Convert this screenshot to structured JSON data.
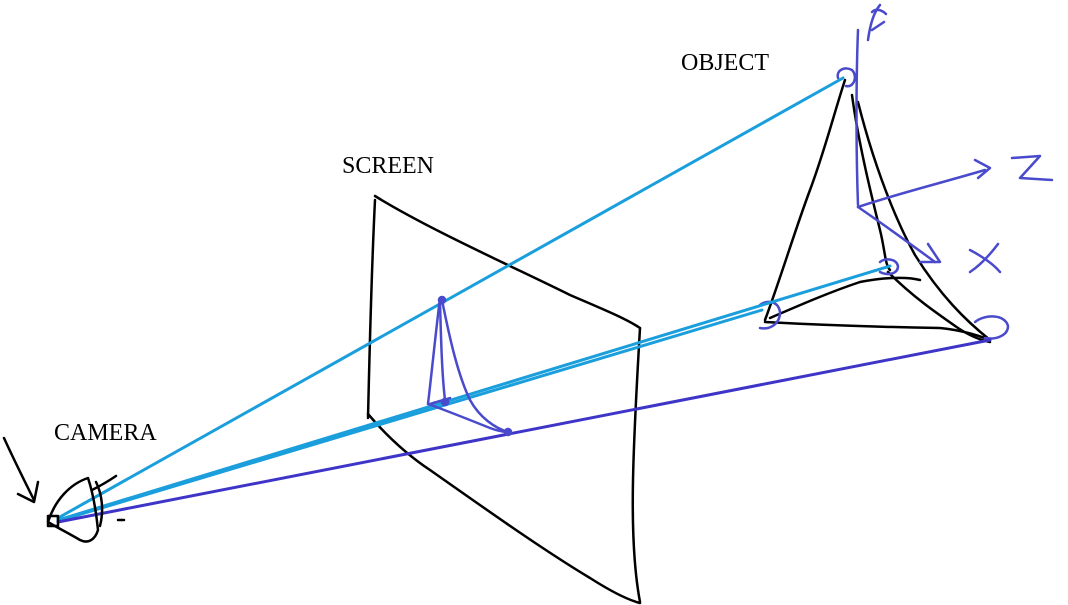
{
  "labels": {
    "object": "OBJECT",
    "screen": "SCREEN",
    "camera": "CAMERA"
  },
  "colors": {
    "ink": "#000000",
    "ray": "#1a9fdc",
    "ray_dark": "#3e35c8",
    "sketch": "#4a4acc"
  }
}
